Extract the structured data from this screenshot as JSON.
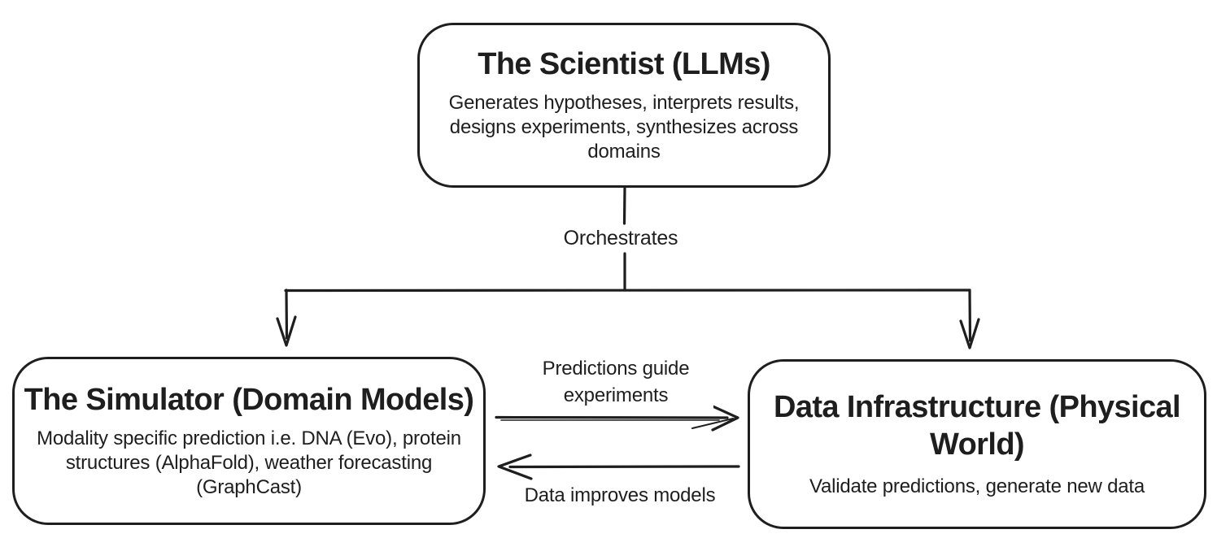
{
  "diagram": {
    "title_hint": "AI-driven science loop diagram",
    "colors": {
      "stroke": "#1e1e1e",
      "text": "#1e1e1e",
      "background": "#ffffff"
    },
    "nodes": {
      "scientist": {
        "title": "The Scientist (LLMs)",
        "description": "Generates hypotheses, interprets results, designs experiments, synthesizes across domains"
      },
      "simulator": {
        "title": "The Simulator (Domain Models)",
        "description": "Modality specific prediction i.e. DNA (Evo), protein structures (AlphaFold), weather forecasting (GraphCast)"
      },
      "data_infrastructure": {
        "title": "Data Infrastructure (Physical World)",
        "description": "Validate predictions, generate new data"
      }
    },
    "edges": {
      "orchestrates": {
        "label": "Orchestrates",
        "from": "scientist",
        "to": [
          "simulator",
          "data_infrastructure"
        ]
      },
      "predictions_guide": {
        "label": "Predictions guide experiments",
        "from": "simulator",
        "to": "data_infrastructure"
      },
      "data_improves": {
        "label": "Data improves models",
        "from": "data_infrastructure",
        "to": "simulator"
      }
    }
  }
}
